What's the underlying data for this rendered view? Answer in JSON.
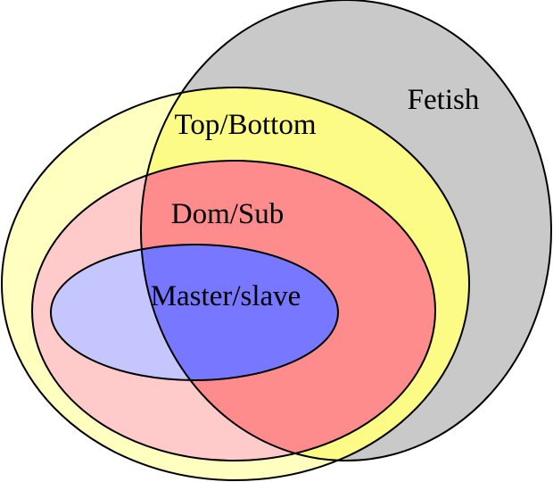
{
  "diagram": {
    "type": "venn",
    "sets": [
      {
        "id": "fetish",
        "label": "Fetish",
        "color": "#c9c9c9",
        "inside_fetish_color": "#c9c9c9"
      },
      {
        "id": "top-bottom",
        "label": "Top/Bottom",
        "color": "#ffffc0",
        "inside_fetish_color": "#fbfb86"
      },
      {
        "id": "dom-sub",
        "label": "Dom/Sub",
        "color": "#ffcaca",
        "inside_fetish_color": "#ff8c8c"
      },
      {
        "id": "master-slave",
        "label": "Master/slave",
        "color": "#c6c6ff",
        "inside_fetish_color": "#7777ff"
      }
    ],
    "nesting": "Master/slave within Dom/Sub within Top/Bottom; Fetish overlaps all"
  }
}
